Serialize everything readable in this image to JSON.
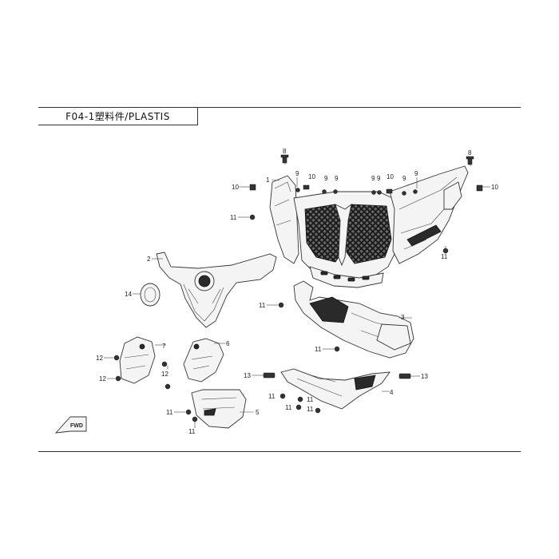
{
  "header": {
    "title": "F04-1塑料件/PLASTIS"
  },
  "callouts": {
    "c1": "1",
    "c2": "2",
    "c3": "3",
    "c4": "4",
    "c5": "5",
    "c6": "6",
    "c7": "7",
    "c8": "8",
    "c9": "9",
    "c10": "10",
    "c11": "11",
    "c12": "12",
    "c13": "13",
    "c14": "14"
  },
  "badge": {
    "fwd_label": "FWD"
  }
}
